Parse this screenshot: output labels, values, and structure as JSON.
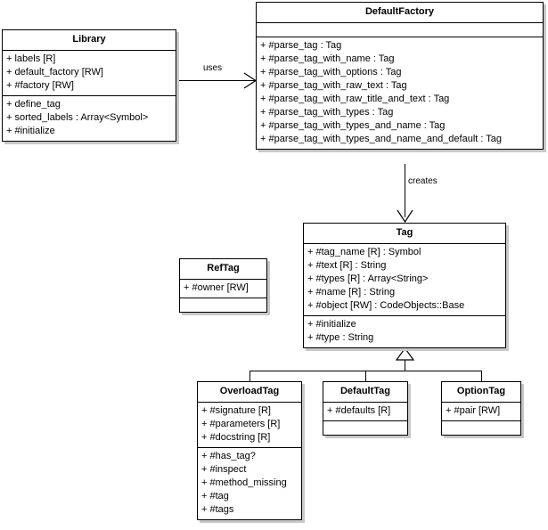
{
  "diagram": {
    "title": "UML class diagram",
    "edges": [
      {
        "label": "uses",
        "from": "Library",
        "to": "DefaultFactory",
        "style": "open-arrow"
      },
      {
        "label": "creates",
        "from": "DefaultFactory",
        "to": "Tag",
        "style": "open-arrow"
      },
      {
        "label": "",
        "from": "OverloadTag",
        "to": "Tag",
        "style": "inheritance"
      },
      {
        "label": "",
        "from": "DefaultTag",
        "to": "Tag",
        "style": "inheritance"
      },
      {
        "label": "",
        "from": "OptionTag",
        "to": "Tag",
        "style": "inheritance"
      }
    ],
    "classes": [
      {
        "id": "library",
        "name": "Library",
        "attributes": [
          "+ labels [R]",
          "+ default_factory [RW]",
          "+ #factory [RW]"
        ],
        "methods": [
          "+ define_tag",
          "+ sorted_labels : Array<Symbol>",
          "+ #initialize"
        ]
      },
      {
        "id": "default-factory",
        "name": "DefaultFactory",
        "attributes": [],
        "methods": [
          "+ #parse_tag : Tag",
          "+ #parse_tag_with_name : Tag",
          "+ #parse_tag_with_options : Tag",
          "+ #parse_tag_with_raw_text : Tag",
          "+ #parse_tag_with_raw_title_and_text : Tag",
          "+ #parse_tag_with_types : Tag",
          "+ #parse_tag_with_types_and_name : Tag",
          "+ #parse_tag_with_types_and_name_and_default : Tag"
        ]
      },
      {
        "id": "tag",
        "name": "Tag",
        "attributes": [
          "+ #tag_name [R] : Symbol",
          "+ #text [R] : String",
          "+ #types [R] : Array<String>",
          "+ #name [R] : String",
          "+ #object [RW] : CodeObjects::Base"
        ],
        "methods": [
          "+ #initialize",
          "+ #type : String"
        ]
      },
      {
        "id": "ref-tag",
        "name": "RefTag",
        "attributes": [
          "+ #owner [RW]"
        ],
        "methods": []
      },
      {
        "id": "overload-tag",
        "name": "OverloadTag",
        "attributes": [
          "+ #signature [R]",
          "+ #parameters [R]",
          "+ #docstring [R]"
        ],
        "methods": [
          "+ #has_tag?",
          "+ #inspect",
          "+ #method_missing",
          "+ #tag",
          "+ #tags"
        ]
      },
      {
        "id": "default-tag",
        "name": "DefaultTag",
        "attributes": [
          "+ #defaults [R]"
        ],
        "methods": []
      },
      {
        "id": "option-tag",
        "name": "OptionTag",
        "attributes": [
          "+ #pair [RW]"
        ],
        "methods": []
      }
    ]
  },
  "colors": {
    "box_fill": "#ffffff",
    "box_border": "#000000",
    "shadow": "#c8c8c8",
    "text": "#000000",
    "line": "#000000"
  }
}
